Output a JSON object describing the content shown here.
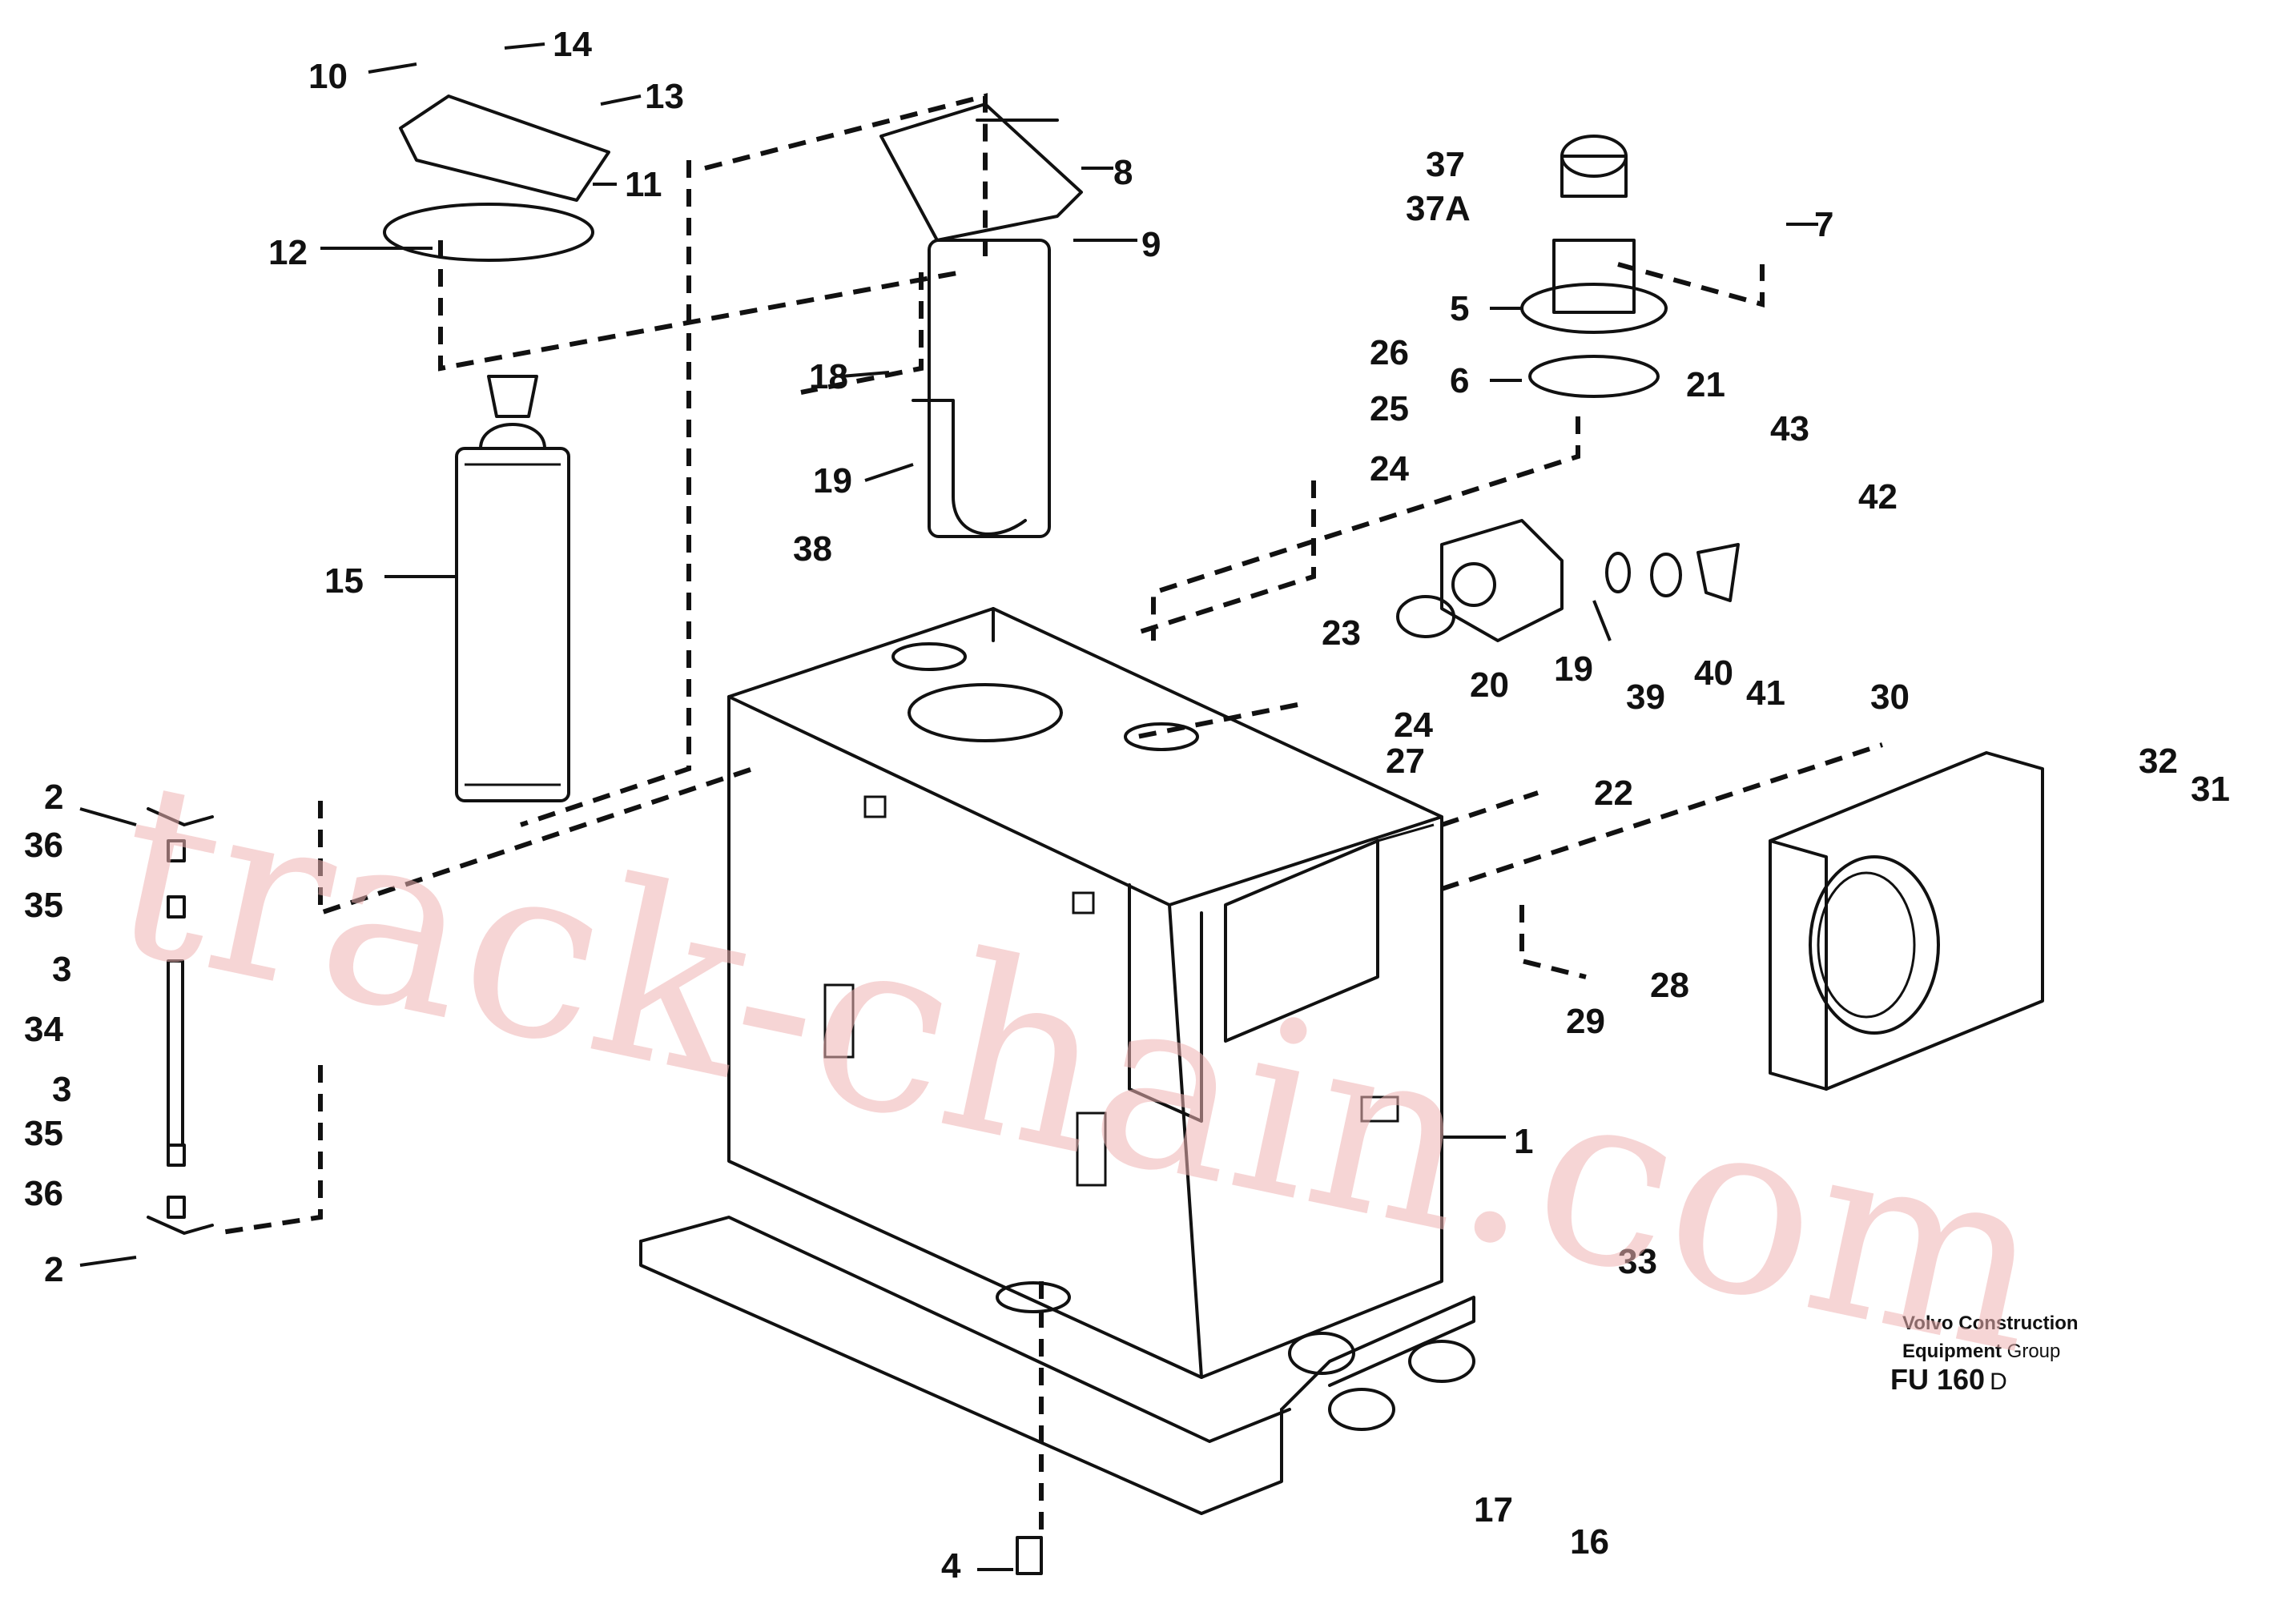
{
  "watermark": "track-chain.com",
  "credit": {
    "line1": "Volvo Construction",
    "line2a": "Equipment",
    "line2b": " Group",
    "code": "FU 160",
    "code_suffix": "D"
  },
  "callouts": [
    "1",
    "2",
    "2",
    "3",
    "3",
    "4",
    "5",
    "6",
    "7",
    "8",
    "9",
    "10",
    "11",
    "12",
    "13",
    "14",
    "15",
    "16",
    "17",
    "18",
    "19",
    "19",
    "20",
    "21",
    "22",
    "23",
    "24",
    "24",
    "25",
    "26",
    "27",
    "28",
    "29",
    "30",
    "31",
    "32",
    "33",
    "34",
    "35",
    "35",
    "36",
    "36",
    "37",
    "37A",
    "38",
    "39",
    "40",
    "41",
    "42",
    "43"
  ]
}
